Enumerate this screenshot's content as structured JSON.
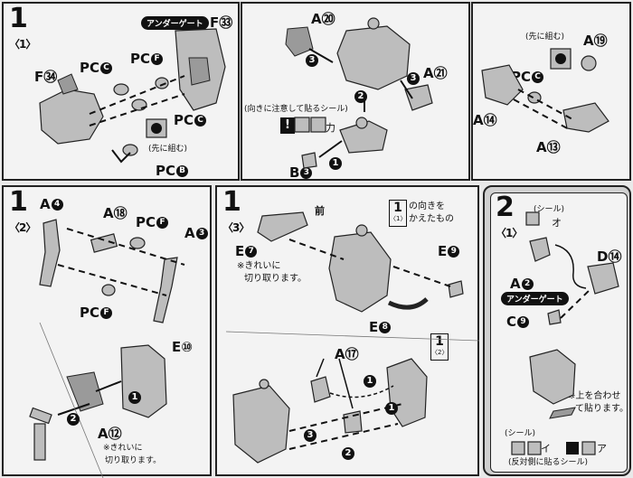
{
  "steps": {
    "s1_1": {
      "num": "1",
      "sub": "〈1〉"
    },
    "s1_2": {
      "num": "1",
      "sub": "〈2〉"
    },
    "s1_3": {
      "num": "1",
      "sub": "〈3〉"
    },
    "s2_1": {
      "num": "2",
      "sub": "〈1〉"
    }
  },
  "panel1": {
    "under_gate": "アンダーゲート",
    "f33": "F㉝",
    "f34": "F㉞",
    "pcc1": "PC",
    "pcc1_mark": "C",
    "pcf1": "PC",
    "pcf1_mark": "F",
    "pcc2": "PC",
    "pcc2_mark": "C",
    "pcb": "PC",
    "pcb_mark": "B",
    "first_assemble": "(先に組む)",
    "a20": "A⑳",
    "a21": "A㉑",
    "b3": "B",
    "b3_mark": "3",
    "sticker_note": "(向きに注意して貼るシール)",
    "sticker_code": "力",
    "a19": "A⑲",
    "first_assemble2": "(先に組む)",
    "pcc3": "PC",
    "pcc3_mark": "C",
    "a14": "A⑭",
    "a13": "A⑬"
  },
  "panel2": {
    "a4": "A",
    "a4_mark": "4",
    "a18": "A⑱",
    "pcf": "PC",
    "pcf_mark": "F",
    "a3": "A",
    "a3_mark": "3",
    "pcf2": "PC",
    "pcf2_mark": "F",
    "e10": "E⑩",
    "a12": "A⑫",
    "cut_note": "※きれいに",
    "cut_note2": "切り取ります。"
  },
  "panel3": {
    "front": "前",
    "ref_step": "1",
    "ref_sub": "〈1〉",
    "ref_text": "の向きを",
    "ref_text2": "かえたもの",
    "e7": "E",
    "e7_mark": "7",
    "cut_note": "※きれいに",
    "cut_note2": "切り取ります。",
    "e9": "E",
    "e9_mark": "9",
    "e8": "E",
    "e8_mark": "8",
    "a17": "A⑰",
    "ref2_step": "1",
    "ref2_sub": "〈2〉"
  },
  "panel4": {
    "seal": "(シール)",
    "seal_code": "オ",
    "a2": "A",
    "a2_mark": "2",
    "under_gate": "アンダーゲート",
    "d14": "D⑭",
    "c9": "C",
    "c9_mark": "9",
    "up_note": "※上を合わせ",
    "up_note2": "て貼ります。",
    "seal2": "(シール)",
    "seal2_code1": "イ",
    "seal2_code2": "ア",
    "reverse_note": "(反対側に貼るシール)"
  }
}
